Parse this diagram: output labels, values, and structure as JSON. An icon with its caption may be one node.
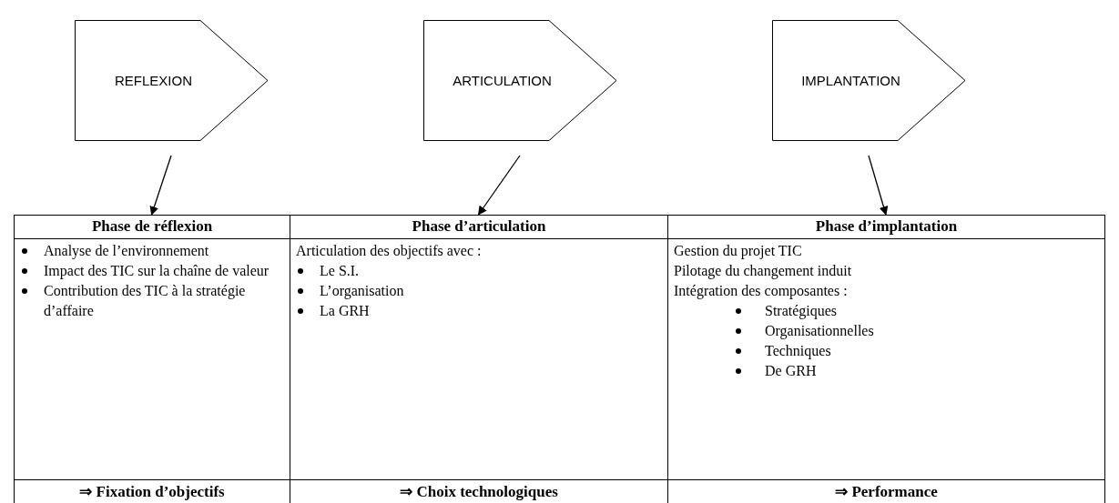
{
  "diagram": {
    "nodes": [
      {
        "text": [
          "REFLEXION"
        ]
      },
      {
        "text": [
          "ARTICULATION"
        ]
      },
      {
        "text": [
          "IMPLANTATION"
        ]
      },
      {
        "text": [
          "Phase de réflexion"
        ]
      },
      {
        "text": [
          "Phase d’articulation"
        ]
      },
      {
        "text": [
          "Phase d’implantation"
        ]
      }
    ],
    "edges": [
      {
        "from": 0,
        "to": 3,
        "arrow": "to"
      },
      {
        "from": 1,
        "to": 4,
        "arrow": "to"
      },
      {
        "from": 2,
        "to": 5,
        "arrow": "to"
      }
    ],
    "labels": [
      "Analyse de l’environnement",
      "Impact des TIC sur la chaîne de valeur",
      "Contribution des TIC à la stratégie d’affaire",
      "Articulation des objectifs avec :",
      "Le S.I.",
      "L’organisation",
      "La GRH",
      "Gestion du projet TIC",
      "Pilotage du changement induit",
      "Intégration des composantes :",
      "Stratégiques",
      "Organisationnelles",
      "Techniques",
      "De GRH",
      "⇒ Fixation d’objectifs",
      "⇒ Choix technologiques",
      "⇒ Performance"
    ]
  }
}
